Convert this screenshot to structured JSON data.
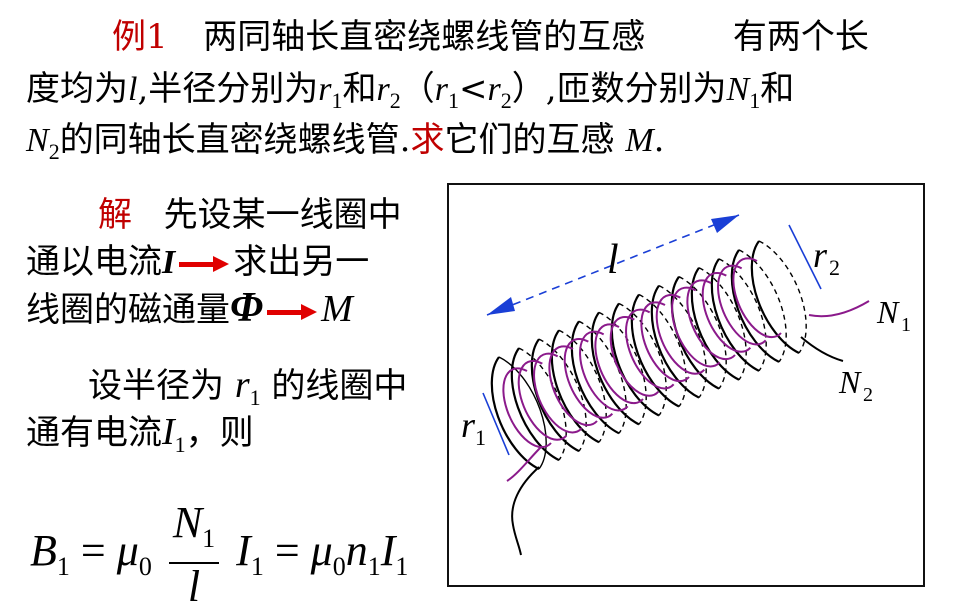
{
  "problem": {
    "label": "例1",
    "title": "两同轴长直密绕螺线管的互感",
    "text_a": "有两个长",
    "text_b": "度均为",
    "var_l": "l",
    "text_c": ",半径分别为",
    "var_r": "r",
    "sub_1": "1",
    "sub_2": "2",
    "word_and": "和",
    "paren_open": "（",
    "lt": "<",
    "paren_close": "）",
    "text_d": ",匝数分别为",
    "var_N": "N",
    "text_e": "的同轴长直密绕螺线管.",
    "ask": "求",
    "text_f": "它们的互感",
    "var_M": "M",
    "period": "."
  },
  "solution": {
    "label": "解",
    "line1": "先设某一线圈中",
    "line2a": "通以电流",
    "var_I": "I",
    "line2b": "求出另一",
    "line3a": "线圈的磁通量",
    "var_phi": "Φ",
    "var_M": "M",
    "line4a": "设半径为",
    "var_r": "r",
    "sub_1": "1",
    "line4b": "的线圈中",
    "line5a": "通有电流",
    "line5b": "，则"
  },
  "formula": {
    "B": "B",
    "sub1": "1",
    "eq": "=",
    "mu": "μ",
    "sub0": "0",
    "N": "N",
    "l": "l",
    "I": "I",
    "n": "n"
  },
  "figure": {
    "label_l": "l",
    "label_r": "r",
    "label_N": "N",
    "sub_1": "1",
    "sub_2": "2",
    "colors": {
      "coil_outer": "#000000",
      "coil_inner": "#8b1a8b",
      "dimension": "#1a3fd6"
    }
  }
}
